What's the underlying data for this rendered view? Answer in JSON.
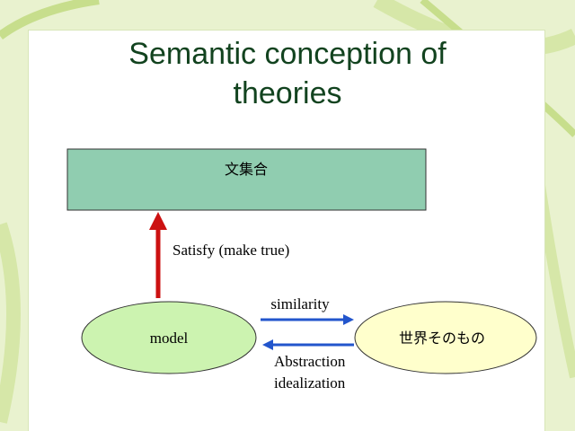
{
  "title_line1": "Semantic conception of",
  "title_line2": "theories",
  "diagram": {
    "sentence_set": "文集合",
    "satisfy": "Satisfy (make true)",
    "model": "model",
    "world": "世界そのもの",
    "similarity": "similarity",
    "abstraction": "Abstraction",
    "idealization": "idealization"
  },
  "colors": {
    "box_fill": "#90cdb0",
    "model_fill": "#ccf3b0",
    "world_fill": "#ffffcc",
    "red_arrow": "#cc1111",
    "blue_arrow": "#2255cc",
    "title": "#12431f"
  }
}
